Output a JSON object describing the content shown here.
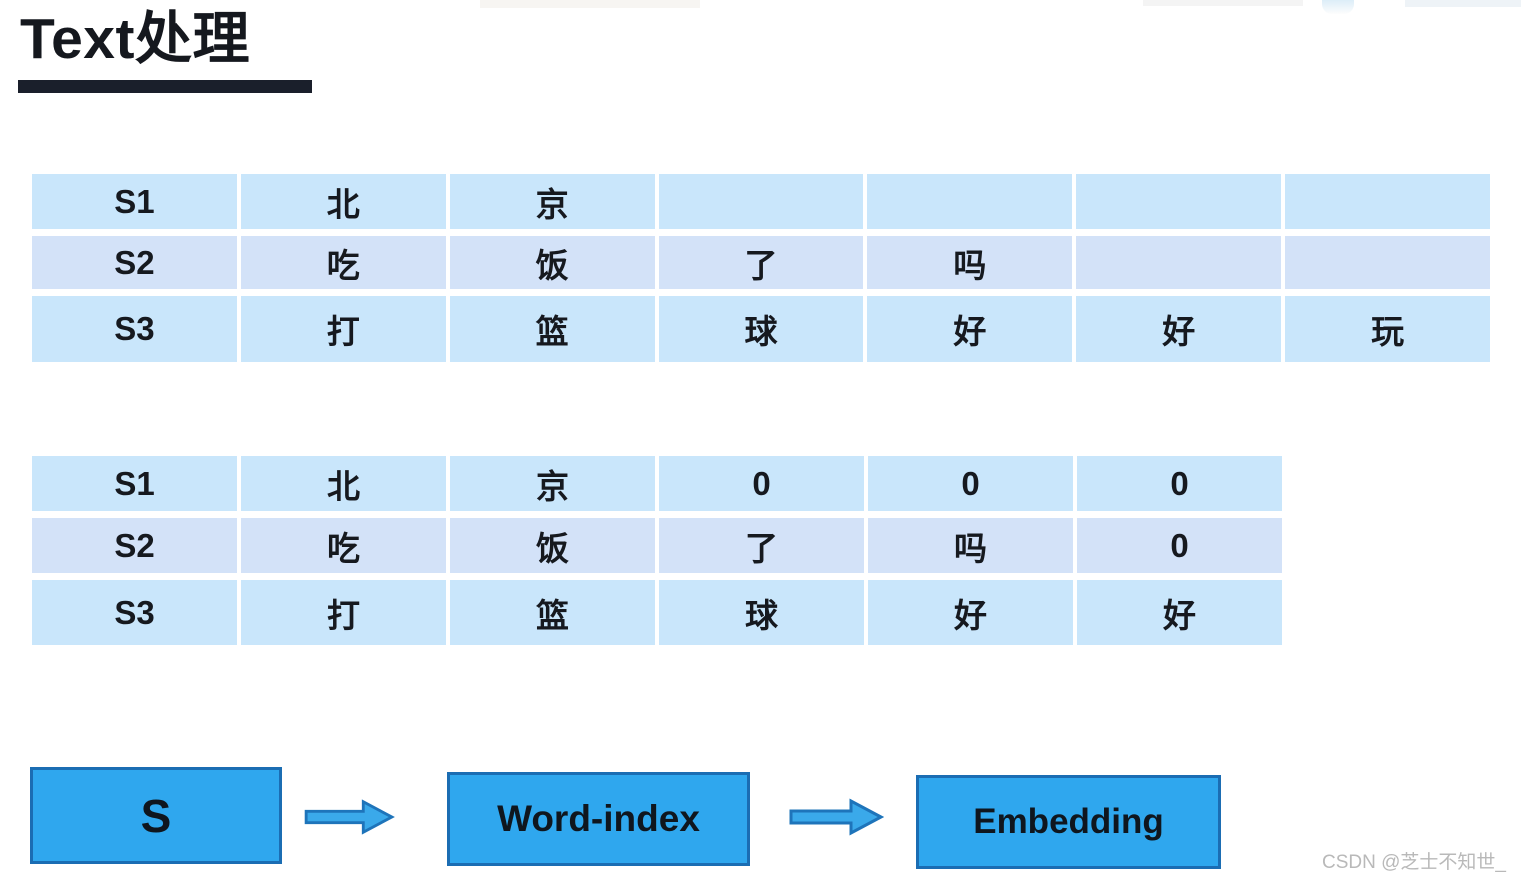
{
  "title": {
    "text": "Text处理"
  },
  "table1": {
    "description": "raw character sequences",
    "rows": [
      {
        "label": "S1",
        "cells": [
          "北",
          "京",
          "",
          "",
          "",
          ""
        ]
      },
      {
        "label": "S2",
        "cells": [
          "吃",
          "饭",
          "了",
          "吗",
          "",
          ""
        ]
      },
      {
        "label": "S3",
        "cells": [
          "打",
          "篮",
          "球",
          "好",
          "好",
          "玩"
        ]
      }
    ]
  },
  "table2": {
    "description": "zero-padded sequences",
    "rows": [
      {
        "label": "S1",
        "cells": [
          "北",
          "京",
          "0",
          "0",
          "0"
        ]
      },
      {
        "label": "S2",
        "cells": [
          "吃",
          "饭",
          "了",
          "吗",
          "0"
        ]
      },
      {
        "label": "S3",
        "cells": [
          "打",
          "篮",
          "球",
          "好",
          "好"
        ]
      }
    ]
  },
  "flow": {
    "steps": [
      {
        "label": "S"
      },
      {
        "label": "Word-index"
      },
      {
        "label": "Embedding"
      }
    ]
  },
  "watermark": {
    "text": "CSDN @芝士不知世_"
  },
  "icons": {
    "arrow_right": "block-arrow-right"
  },
  "colors": {
    "row_blue": "#c9e6fb",
    "row_lavender": "#d3e2f8",
    "box_fill": "#2fa7ee",
    "box_border": "#1b6db3",
    "arrow_fill": "#3aa9ea",
    "arrow_border": "#1e74ba",
    "title_underline": "#1a1f2b",
    "watermark_gray": "#b9b9b9"
  }
}
